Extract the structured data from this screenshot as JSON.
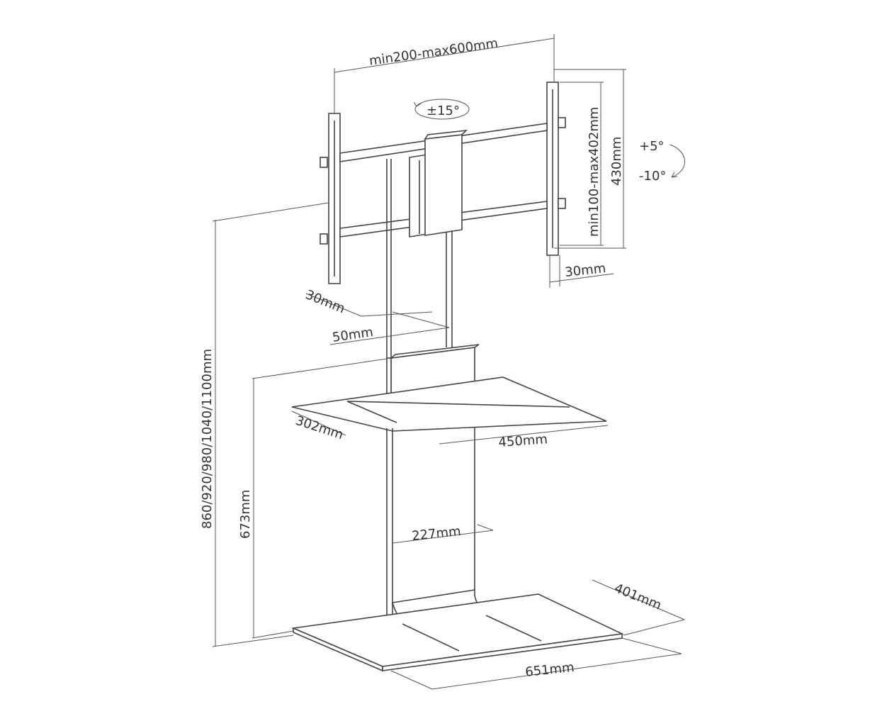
{
  "dimensions": {
    "width_range": "min200-max600mm",
    "rotate": "±15°",
    "height_range_vertical": "min100-max402mm",
    "plate_height": "430mm",
    "tilt_up": "+5°",
    "tilt_down": "-10°",
    "bracket_depth_right": "30mm",
    "bracket_depth_left": "30mm",
    "column_width": "50mm",
    "overall_height": "860/920/980/1040/1100mm",
    "shelf_height": "673mm",
    "shelf_depth": "302mm",
    "shelf_width": "450mm",
    "column_depth": "227mm",
    "base_depth": "401mm",
    "base_width": "651mm"
  },
  "colors": {
    "line": "#444444",
    "text": "#333333",
    "background": "#ffffff"
  }
}
